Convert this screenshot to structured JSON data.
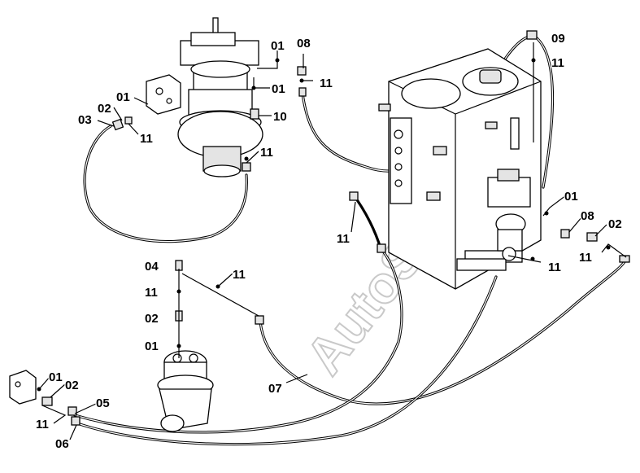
{
  "watermark": "AutoSoft",
  "labels": {
    "01": "01",
    "02": "02",
    "03": "03",
    "04": "04",
    "05": "05",
    "06": "06",
    "07": "07",
    "08": "08",
    "09": "09",
    "10": "10",
    "11": "11"
  },
  "colors": {
    "line": "#000000",
    "background": "#ffffff",
    "watermark": "#c9c9c9"
  }
}
